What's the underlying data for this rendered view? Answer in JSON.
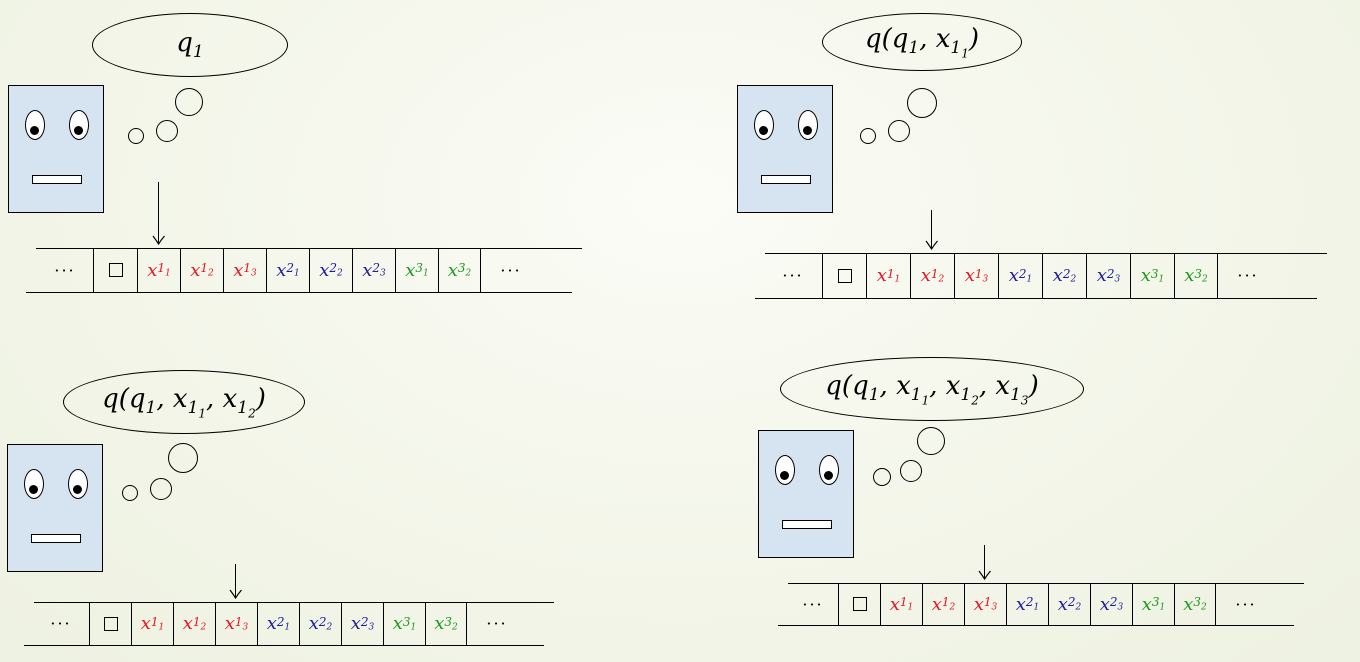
{
  "ellipsis": "···",
  "tape_cells": [
    {
      "base": "x",
      "idx": "1",
      "sub": "1",
      "color": "#e8141e"
    },
    {
      "base": "x",
      "idx": "1",
      "sub": "2",
      "color": "#e8141e"
    },
    {
      "base": "x",
      "idx": "1",
      "sub": "3",
      "color": "#e8141e"
    },
    {
      "base": "x",
      "idx": "2",
      "sub": "1",
      "color": "#1c1c9c"
    },
    {
      "base": "x",
      "idx": "2",
      "sub": "2",
      "color": "#1c1c9c"
    },
    {
      "base": "x",
      "idx": "2",
      "sub": "3",
      "color": "#1c1c9c"
    },
    {
      "base": "x",
      "idx": "3",
      "sub": "1",
      "color": "#1a9a1a"
    },
    {
      "base": "x",
      "idx": "3",
      "sub": "2",
      "color": "#1a9a1a"
    }
  ],
  "panels": [
    {
      "state": [
        {
          "t": "q"
        },
        {
          "sub": "1"
        }
      ]
    },
    {
      "state": [
        {
          "t": "q(q"
        },
        {
          "sub": "1"
        },
        {
          "t": ", x"
        },
        {
          "sub": "1",
          "subsub": "1"
        },
        {
          "t": ")"
        }
      ]
    },
    {
      "state": [
        {
          "t": "q(q"
        },
        {
          "sub": "1"
        },
        {
          "t": ", x"
        },
        {
          "sub": "1",
          "subsub": "1"
        },
        {
          "t": ", x"
        },
        {
          "sub": "1",
          "subsub": "2"
        },
        {
          "t": ")"
        }
      ]
    },
    {
      "state": [
        {
          "t": "q(q"
        },
        {
          "sub": "1"
        },
        {
          "t": ", x"
        },
        {
          "sub": "1",
          "subsub": "1"
        },
        {
          "t": ", x"
        },
        {
          "sub": "1",
          "subsub": "2"
        },
        {
          "t": ", x"
        },
        {
          "sub": "1",
          "subsub": "3"
        },
        {
          "t": ")"
        }
      ]
    }
  ],
  "colors": {
    "robot_body": "#d6e3f1",
    "symbol_red": "#e8141e",
    "symbol_blue": "#1c1c9c",
    "symbol_green": "#1a9a1a"
  }
}
